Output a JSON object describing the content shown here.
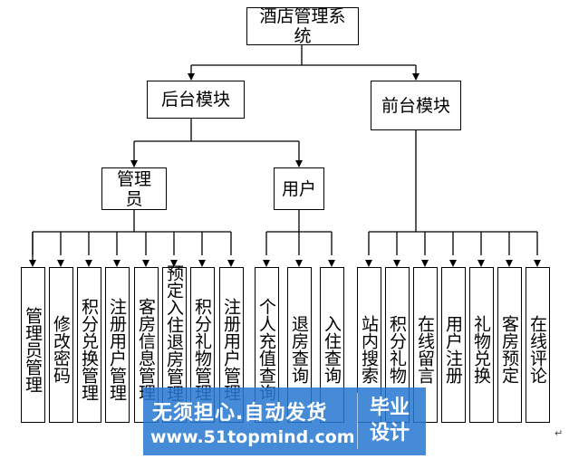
{
  "root": "酒店管理系统",
  "backend": {
    "label": "后台模块",
    "admin": {
      "label": "管理员",
      "items": [
        "管理员管理",
        "修改密码",
        "积分兑换管理",
        "注册用户管理",
        "客房信息管理",
        "预定入住退房管理",
        "积分礼物管理",
        "注册用户管理"
      ]
    },
    "user": {
      "label": "用户",
      "items": [
        "个人充值查询",
        "退房查询",
        "入住查询"
      ]
    }
  },
  "frontend": {
    "label": "前台模块",
    "items": [
      "站内搜索",
      "积分礼物",
      "在线留言",
      "用户注册",
      "礼物兑换",
      "客房预定",
      "在线评论"
    ]
  },
  "watermark": {
    "text": "无须担心.自动发货",
    "url": "www.51topmind.com",
    "badge_line1": "毕业",
    "badge_line2": "设计"
  },
  "colors": {
    "line": "#000000",
    "watermark": "#2878d2"
  }
}
